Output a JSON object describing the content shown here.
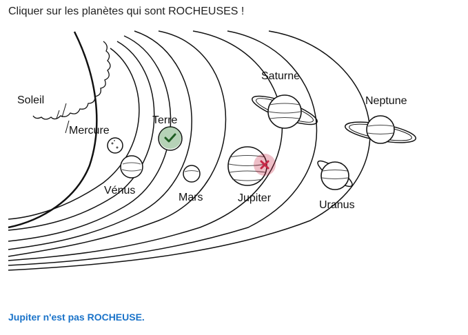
{
  "instruction": "Cliquer sur les planètes qui sont ROCHEUSES !",
  "labels": {
    "soleil": "Soleil",
    "mercure": "Mercure",
    "terre": "Terre",
    "venus": "Vénus",
    "mars": "Mars",
    "jupiter": "Jupiter",
    "saturne": "Saturne",
    "uranus": "Uranus",
    "neptune": "Neptune"
  },
  "feedback": "Jupiter n'est pas ROCHEUSE.",
  "marks": {
    "terre": "correct",
    "jupiter": "incorrect"
  },
  "colors": {
    "feedback": "#1a73c9",
    "correct_mark": "#2e7d32",
    "incorrect_mark": "#c62847"
  }
}
